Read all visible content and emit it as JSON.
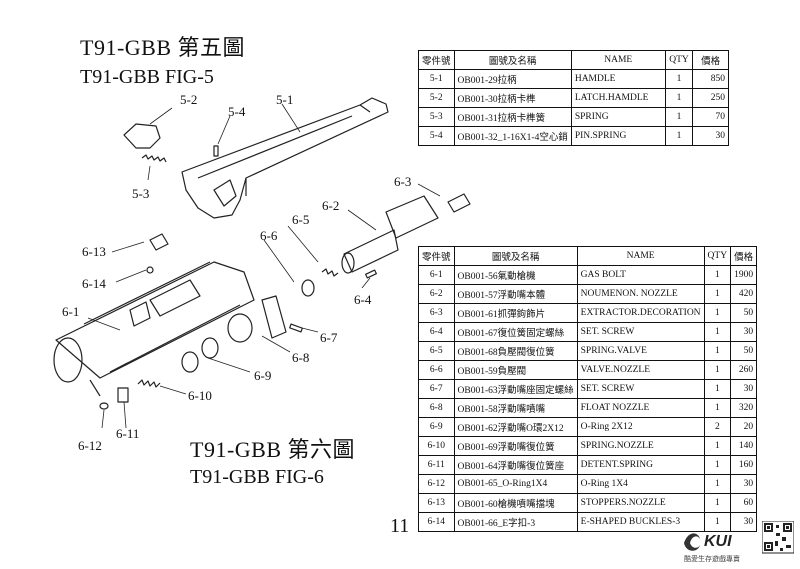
{
  "fig5": {
    "title_cn": "T91-GBB 第五圖",
    "title_en": "T91-GBB FIG-5",
    "headers": [
      "零件號",
      "圖號及名稱",
      "NAME",
      "QTY",
      "價格"
    ],
    "rows": [
      [
        "5-1",
        "OB001-29拉柄",
        "HAMDLE",
        "1",
        "850"
      ],
      [
        "5-2",
        "OB001-30拉柄卡榫",
        "LATCH.HAMDLE",
        "1",
        "250"
      ],
      [
        "5-3",
        "OB001-31拉柄卡榫簧",
        "SPRING",
        "1",
        "70"
      ],
      [
        "5-4",
        "OB001-32_1-16X1-4空心銷",
        "PIN.SPRING",
        "1",
        "30"
      ]
    ]
  },
  "fig6": {
    "title_cn": "T91-GBB 第六圖",
    "title_en": "T91-GBB FIG-6",
    "headers": [
      "零件號",
      "圖號及名稱",
      "NAME",
      "QTY",
      "價格"
    ],
    "rows": [
      [
        "6-1",
        "OB001-56氣動槍機",
        "GAS BOLT",
        "1",
        "1900"
      ],
      [
        "6-2",
        "OB001-57浮動嘴本體",
        "NOUMENON. NOZZLE",
        "1",
        "420"
      ],
      [
        "6-3",
        "OB001-61抓彈鉤飾片",
        "EXTRACTOR.DECORATION",
        "1",
        "50"
      ],
      [
        "6-4",
        "OB001-67復位簧固定螺絲",
        "SET. SCREW",
        "1",
        "30"
      ],
      [
        "6-5",
        "OB001-68負壓閥復位簧",
        "SPRING.VALVE",
        "1",
        "50"
      ],
      [
        "6-6",
        "OB001-59負壓閥",
        "VALVE.NOZZLE",
        "1",
        "260"
      ],
      [
        "6-7",
        "OB001-63浮動嘴座固定螺絲",
        "SET. SCREW",
        "1",
        "30"
      ],
      [
        "6-8",
        "OB001-58浮動嘴噴嘴",
        "FLOAT NOZZLE",
        "1",
        "320"
      ],
      [
        "6-9",
        "OB001-62浮動嘴O環2X12",
        "O-Ring 2X12",
        "2",
        "20"
      ],
      [
        "6-10",
        "OB001-69浮動嘴復位簧",
        "SPRING.NOZZLE",
        "1",
        "140"
      ],
      [
        "6-11",
        "OB001-64浮動嘴復位簧座",
        "DETENT.SPRING",
        "1",
        "160"
      ],
      [
        "6-12",
        "OB001-65_O-Ring1X4",
        "O-Ring 1X4",
        "1",
        "30"
      ],
      [
        "6-13",
        "OB001-60槍機噴嘴擋塊",
        "STOPPERS.NOZZLE",
        "1",
        "60"
      ],
      [
        "6-14",
        "OB001-66_E字扣-3",
        "E-SHAPED BUCKLES-3",
        "1",
        "30"
      ]
    ]
  },
  "callouts": [
    "5-2",
    "5-4",
    "5-1",
    "5-3",
    "6-3",
    "6-2",
    "6-5",
    "6-6",
    "6-13",
    "6-14",
    "6-1",
    "6-4",
    "6-7",
    "6-8",
    "6-9",
    "6-10",
    "6-12",
    "6-11"
  ],
  "page_number": "11",
  "logo": {
    "text": "KUI",
    "tagline": "酷愛生存遊戲專賣"
  }
}
